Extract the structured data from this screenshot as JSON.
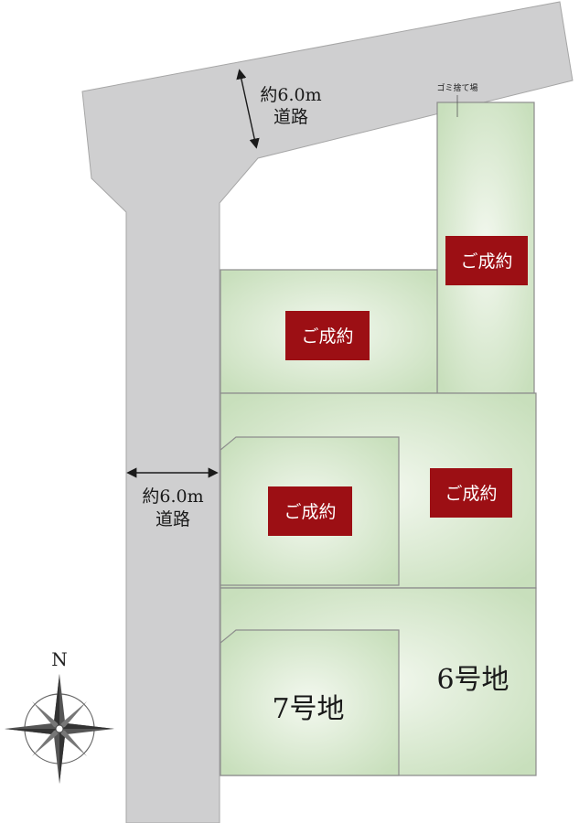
{
  "roads": {
    "north_road": {
      "line1": "約6.0m",
      "line2": "道路"
    },
    "west_road": {
      "line1": "約6.0m",
      "line2": "道路"
    }
  },
  "garbage_label": "ゴミ捨て場",
  "sold_label": "ご成約",
  "lots": [
    {
      "id": "lot-top-right",
      "status": "sold"
    },
    {
      "id": "lot-upper-left",
      "status": "sold"
    },
    {
      "id": "lot-mid-left",
      "status": "sold"
    },
    {
      "id": "lot-mid-right",
      "status": "sold"
    },
    {
      "id": "lot-7",
      "label": "7号地",
      "status": "available"
    },
    {
      "id": "lot-6",
      "label": "6号地",
      "status": "available"
    }
  ],
  "compass": {
    "north_label": "N"
  },
  "colors": {
    "road": "#cfcfd0",
    "lot_fill": "#cfe2c6",
    "lot_border": "#8c8c8c",
    "sold_badge": "#9c0f14"
  }
}
